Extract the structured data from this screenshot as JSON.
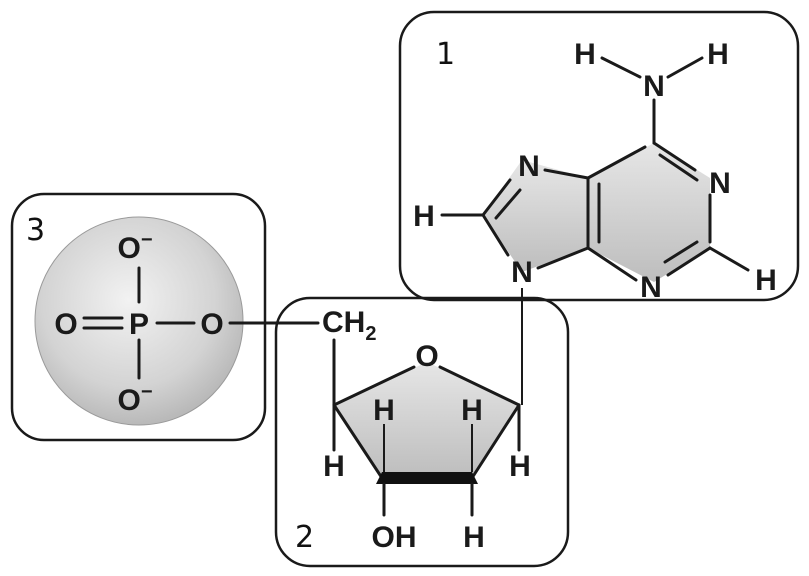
{
  "panels": {
    "base": {
      "number": "1"
    },
    "sugar": {
      "number": "2"
    },
    "phosphate": {
      "number": "3"
    }
  },
  "labels": {
    "N": "N",
    "H": "H",
    "O": "O",
    "P": "P",
    "CH": "CH",
    "sub2": "2",
    "OH": "OH",
    "Ominus_O": "O",
    "minus": "−",
    "double_bond": "═"
  },
  "colors": {
    "stroke": "#1a1a1a",
    "ring_fill": "#cfcfcf",
    "sphere_fill": "#d6d6d6"
  }
}
